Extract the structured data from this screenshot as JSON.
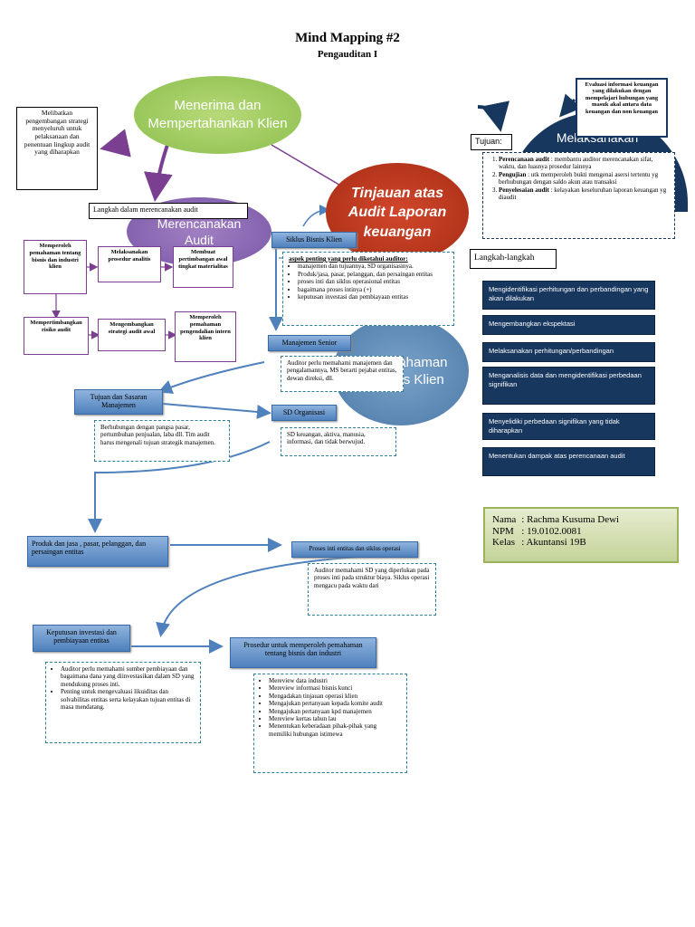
{
  "title": "Mind Mapping #2",
  "subtitle": "Pengauditan I",
  "ellipses": {
    "menerima": "Menerima dan Mempertahankan Klien",
    "merencanakan": "Merencanakan Audit",
    "tinjauan": "Tinjauan atas Audit Laporan keuangan",
    "pemahaman": "Pemahaman Bisnis Klien",
    "melaksanakan": "Melaksanakan"
  },
  "melibatkan_box": "Melibatkan pengembangan strategi menyeluruh untuk pelaksanaan dan penentuan lingkup audit yang diharapkan",
  "langkah_merencanakan": "Langkah dalam merencanakan audit",
  "plan_steps": [
    "Memperoleh pemahaman tentang bisnis dan industri klien",
    "Melaksanakan prosedur analitis",
    "Membuat pertimbangan awal tingkat materialitas",
    "Mempertimbangkan risiko audit",
    "Mengembangkan strategi audit awal",
    "Memperoleh pemahaman pengendalian intern klien"
  ],
  "evaluasi_box": "Evaluasi informasi keuangan yang dilakukan dengan mempelajari hubungan yang masuk akal antara data keuangan dan non keuangan",
  "tujuan_label": "Tujuan:",
  "tujuan_items": [
    {
      "term": "Perencanaan audit",
      "desc": ": membantu auditor merencanakan sifat, waktu, dan luasnya prosedur lainnya"
    },
    {
      "term": "Pengujian",
      "desc": ": utk memperoleh bukti mengenai asersi tertentu yg berhubungan dengan saldo akun atau transaksi"
    },
    {
      "term": "Penyelesaian audit",
      "desc": ": kelayakan keseluruhan laporan keuangan yg diaudit"
    }
  ],
  "langkah_langkah": "Langkah-langkah",
  "steps": [
    "Mengidentifikasi perhitungan dan perbandingan yang akan dilakukan",
    "Mengembangkan ekspektasi",
    "Melaksanakan perhitungan/perbandingan",
    "Menganalisis data dan mengidentifikasi perbedaan signifikan",
    "Menyelidiki perbedaan signifikan yang tidak diharapkan",
    "Menentukan dampak atas perencanaan audit"
  ],
  "siklus_bisnis": "Siklus Bisnis Klien",
  "aspek_title": "aspek penting yang perlu diketahui auditor:",
  "aspek_items": [
    "manajemen dan tujuannya, SD organisasinya.",
    "Produk/jasa, pasar, pelanggan, dan persaingan entitas",
    "proses inti dan siklus operasional entitas",
    "bagaimana proses intinya (+)",
    "keputusan investasi dan pembiayaan entitas"
  ],
  "manajemen_senior": "Manajemen Senior",
  "manajemen_desc": "Auditor perlu memahami manajemen dan pengalamannya, MS berarti pejabat entitas, dewan direksi, dll.",
  "tujuan_sasaran": "Tujuan dan Sasaran Manajemen",
  "tujuan_sasaran_desc": "Berhubungan dengan pangsa pasar, pertumbuhan penjualan, laba dll. Tim audit harus mengenali tujuan strategik manajemen.",
  "sd_organisasi": "SD Organisasi",
  "sd_desc": "SD keuangan, aktiva, manusia, informasi, dan tidak berwujud.",
  "produk": "Produk dan jasa , pasar, pelanggan, dan persaingan entitas",
  "proses_inti": "Proses inti entitas dan siklus operasi",
  "proses_inti_desc": "Auditor memahami SD yang diperlukan pada proses inti pada struktur biaya. Siklus operasi mengacu pada waktu dari",
  "keputusan": "Keputusan investasi dan pembiayaan entitas",
  "keputusan_items": [
    "Auditor perlu memahami sumber pembiayaan dan bagaimana dana yang diinvestasikan dalam SD yang mendukung proses inti.",
    "Penting untuk mengevaluasi likuiditas dan solvabilitas entitas serta kelayakan tujuan entitas di masa mendatang."
  ],
  "prosedur": "Prosedur untuk memperoleh pemahaman tentang bisnis dan industri",
  "prosedur_items": [
    "Mereview data industri",
    "Mereview informasi bisnis kunci",
    "Mengadakan tinjauan operasi klien",
    "Mengajukan pertanyaan kepada komite audit",
    "Mengajukan pertanyaan kpd manajemen",
    "Mereview kertas tahun lau",
    "Menentukan keberadaan pihak-pihak yang memiliki hubungan istimewa"
  ],
  "student": [
    {
      "k": "Nama",
      "v": ": Rachma Kusuma Dewi"
    },
    {
      "k": "NPM",
      "v": ": 19.0102.0081"
    },
    {
      "k": "Kelas",
      "v": ": Akuntansi 19B"
    }
  ]
}
